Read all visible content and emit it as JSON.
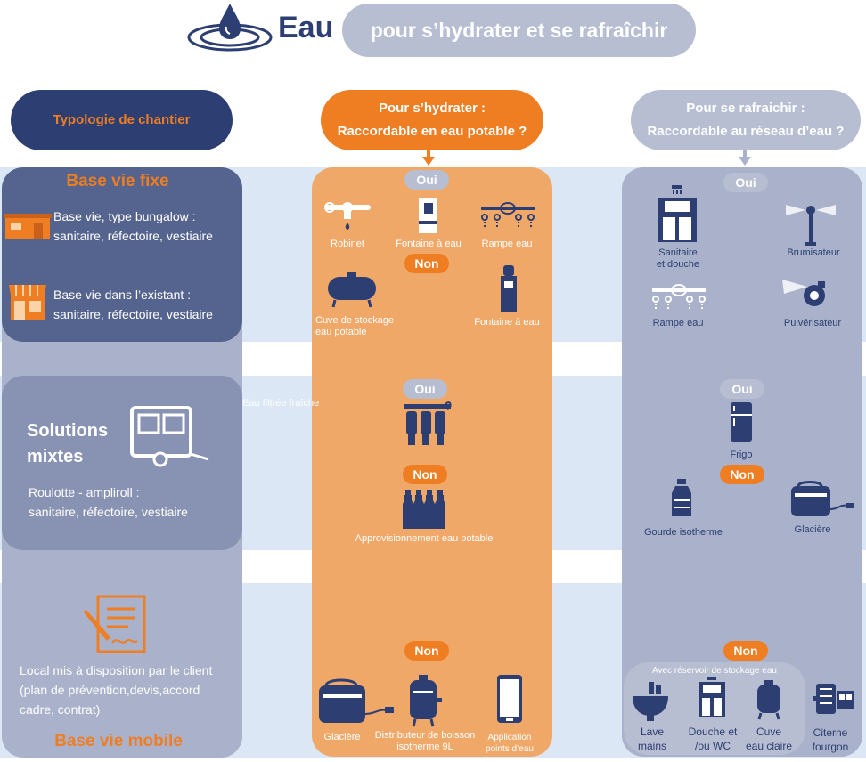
{
  "title": {
    "word": "Eau",
    "subtitle": "pour s’hydrater et se rafraîchir"
  },
  "headers": {
    "typology": "Typologie de chantier",
    "hydrate_line1": "Pour s’hydrater :",
    "hydrate_line2": "Raccordable en eau potable ?",
    "refresh_line1": "Pour se rafraichir :",
    "refresh_line2": "Raccordable au réseau d’eau ?"
  },
  "rows": {
    "fixe": {
      "title": "Base vie fixe",
      "item1_line1": "Base vie, type bungalow :",
      "item1_line2": "sanitaire, réfectoire, vestiaire",
      "item2_line1": "Base vie dans l’existant :",
      "item2_line2": "sanitaire, réfectoire, vestiaire",
      "hydrate_oui": "Oui",
      "hydrate_oui_items": [
        "Robinet",
        "Fontaine à eau",
        "Rampe eau"
      ],
      "hydrate_non": "Non",
      "hydrate_non_items": [
        "Cuve de stockage",
        "eau potable",
        "Fontaine à eau"
      ],
      "refresh_oui": "Oui",
      "refresh_items": [
        "Sanitaire",
        "et douche",
        "Brumisateur",
        "Rampe eau",
        "Pulvérisateur"
      ]
    },
    "mixte": {
      "title_line1": "Solutions",
      "title_line2": "mixtes",
      "desc_line1": "Roulotte - ampliroll :",
      "desc_line2": "sanitaire, réfectoire, vestiaire",
      "hydrate_oui": "Oui",
      "filtered_label": "Eau filtrée fraîche",
      "hydrate_non": "Non",
      "hydrate_non_item": "Approvisionnement eau potable",
      "refresh_oui": "Oui",
      "refresh_oui_item": "Frigo",
      "refresh_non": "Non",
      "refresh_non_items": [
        "Gourde isotherme",
        "Glacière"
      ]
    },
    "mobile": {
      "title": "Base vie mobile",
      "desc_line1": "Local mis à disposition par le client",
      "desc_line2": "(plan de prévention,devis,accord",
      "desc_line3": "cadre, contrat)",
      "hydrate_non": "Non",
      "hydrate_items": [
        "Glacière",
        "Distributeur de boisson",
        "isotherme 9L",
        "Application",
        "points d’eau"
      ],
      "refresh_non": "Non",
      "reservoir_label": "Avec réservoir de stockage eau",
      "refresh_items": [
        "Lave",
        "mains",
        "Douche et",
        "/ou WC",
        "Cuve",
        "eau claire",
        "Citerne",
        "fourgon"
      ]
    }
  },
  "colors": {
    "navy": "#2d3e72",
    "orange": "#ef7d22",
    "light_orange": "#f0a869",
    "grey_blue": "#a9b2ca",
    "band": "#dbe7f5"
  },
  "icons": [
    "water-drop-logo-icon",
    "bungalow-icon",
    "shop-icon",
    "caravan-icon",
    "document-sign-icon",
    "tap-icon",
    "water-fountain-icon",
    "spray-bar-icon",
    "tank-icon",
    "water-cooler-icon",
    "wc-shower-icon",
    "mister-icon",
    "sprayer-icon",
    "water-filter-icon",
    "bottles-icon",
    "fridge-icon",
    "gourd-icon",
    "cooler-icon",
    "drink-dispenser-icon",
    "phone-app-icon",
    "sink-icon",
    "tank-small-icon",
    "water-truck-icon"
  ]
}
